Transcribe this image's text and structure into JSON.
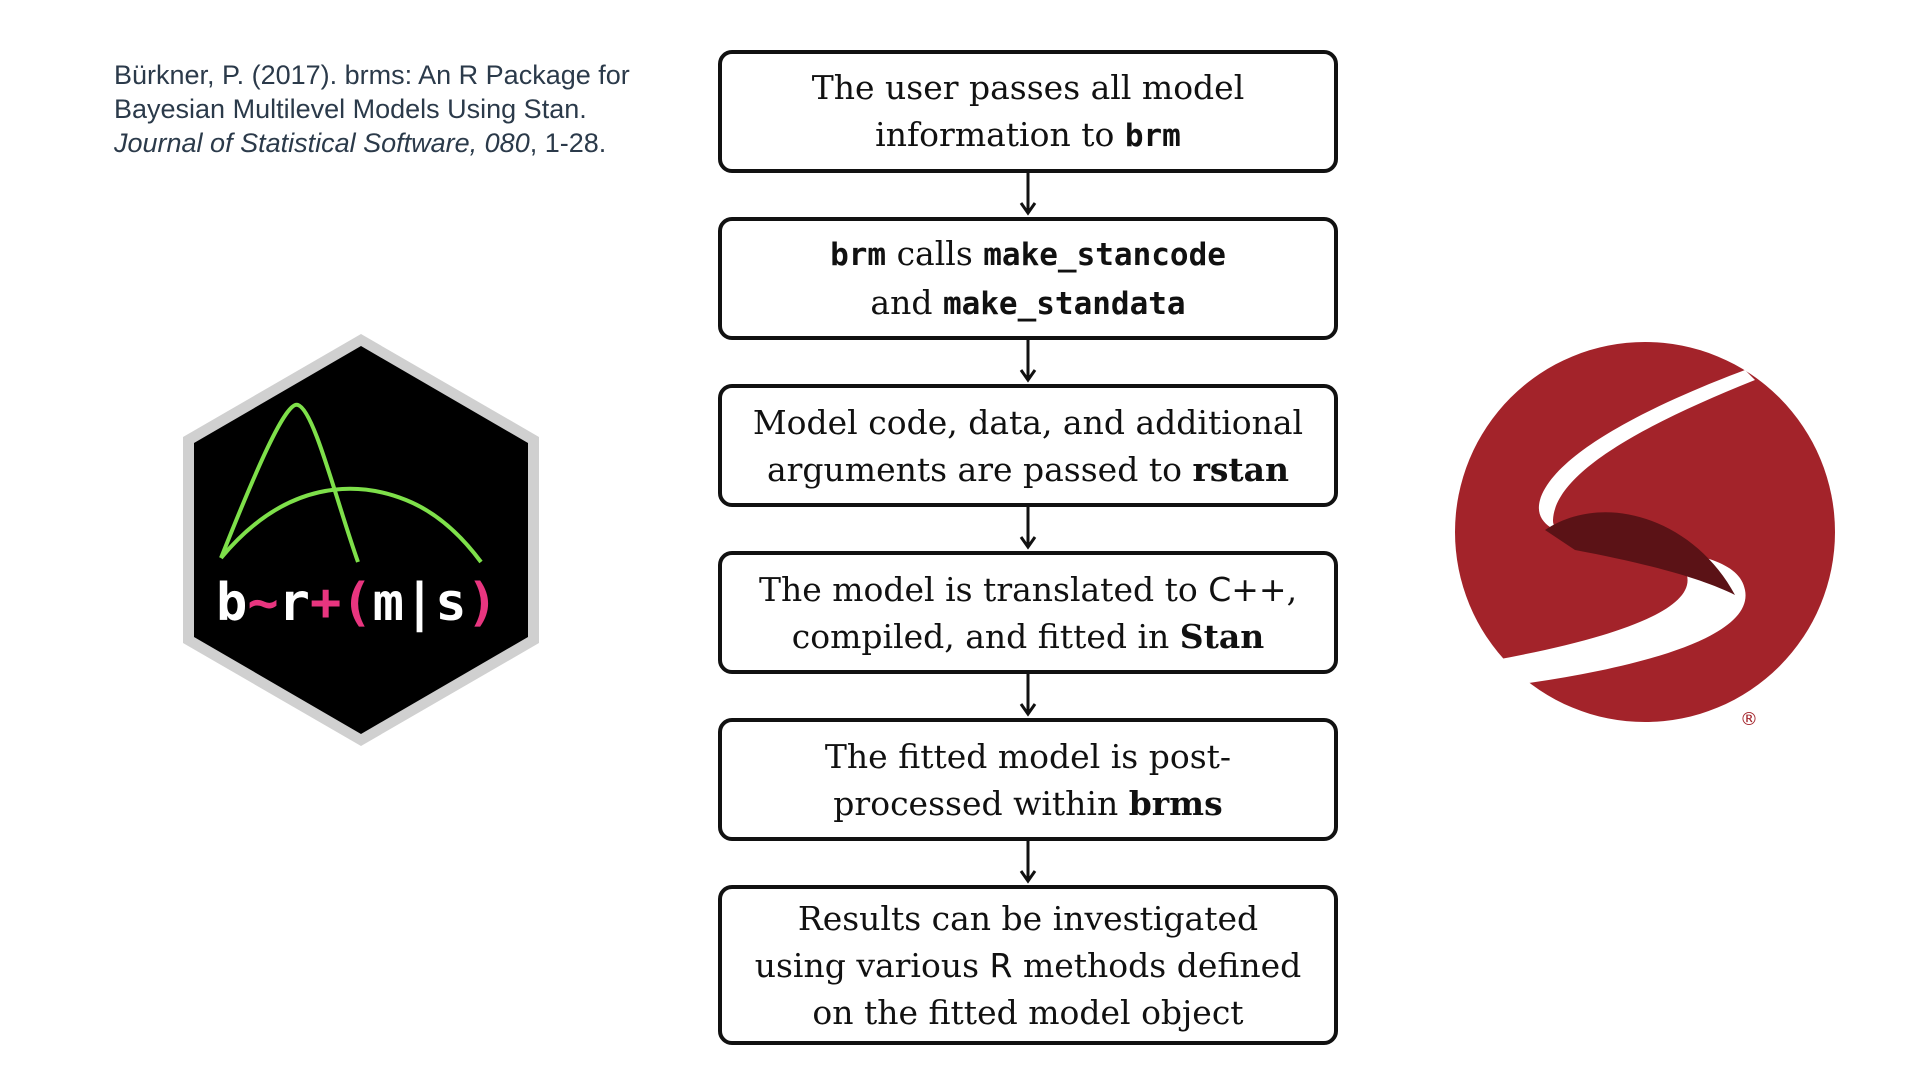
{
  "citation": {
    "line1": "Bürkner, P. (2017). brms: An R Package for",
    "line2": "Bayesian Multilevel Models Using Stan.",
    "journal": "Journal of Statistical Software, 080",
    "pages": ", 1-28."
  },
  "steps": [
    {
      "line1_a": "The user passes all model",
      "line2_a": "information to ",
      "line2_code": "brm"
    },
    {
      "line1_code1": "brm",
      "line1_mid": " calls ",
      "line1_code2": "make_stancode",
      "line2_a": "and ",
      "line2_code": "make_standata"
    },
    {
      "line1_a": "Model code, data, and additional",
      "line2_a": "arguments are passed to ",
      "line2_bold": "rstan"
    },
    {
      "line1_a": "The model is translated to ",
      "line1_sans": "C++",
      "line1_b": ",",
      "line2_a": "compiled, and fitted in ",
      "line2_bold": "Stan"
    },
    {
      "line1_a": "The fitted model is post-",
      "line2_a": "processed within ",
      "line2_bold": "brms"
    },
    {
      "line1_a": "Results can be investigated",
      "line2_a": "using various ",
      "line2_sans": "R",
      "line2_b": " methods defined",
      "line3_a": "on the fitted model object"
    }
  ],
  "brms_logo": {
    "b": "b",
    "tilde": "~",
    "r": "r",
    "plus": "+",
    "open": "(",
    "m": "m",
    "bar": "|",
    "s": "s",
    "close": ")",
    "colors": {
      "hex_fill": "#000000",
      "hex_border": "#d0d0d0",
      "curve": "#7ee04a",
      "accent": "#e8357f",
      "text": "#ffffff"
    }
  },
  "stan_logo": {
    "registered": "®",
    "colors": {
      "circle": "#a3232a",
      "inner": "#5b1216"
    }
  }
}
